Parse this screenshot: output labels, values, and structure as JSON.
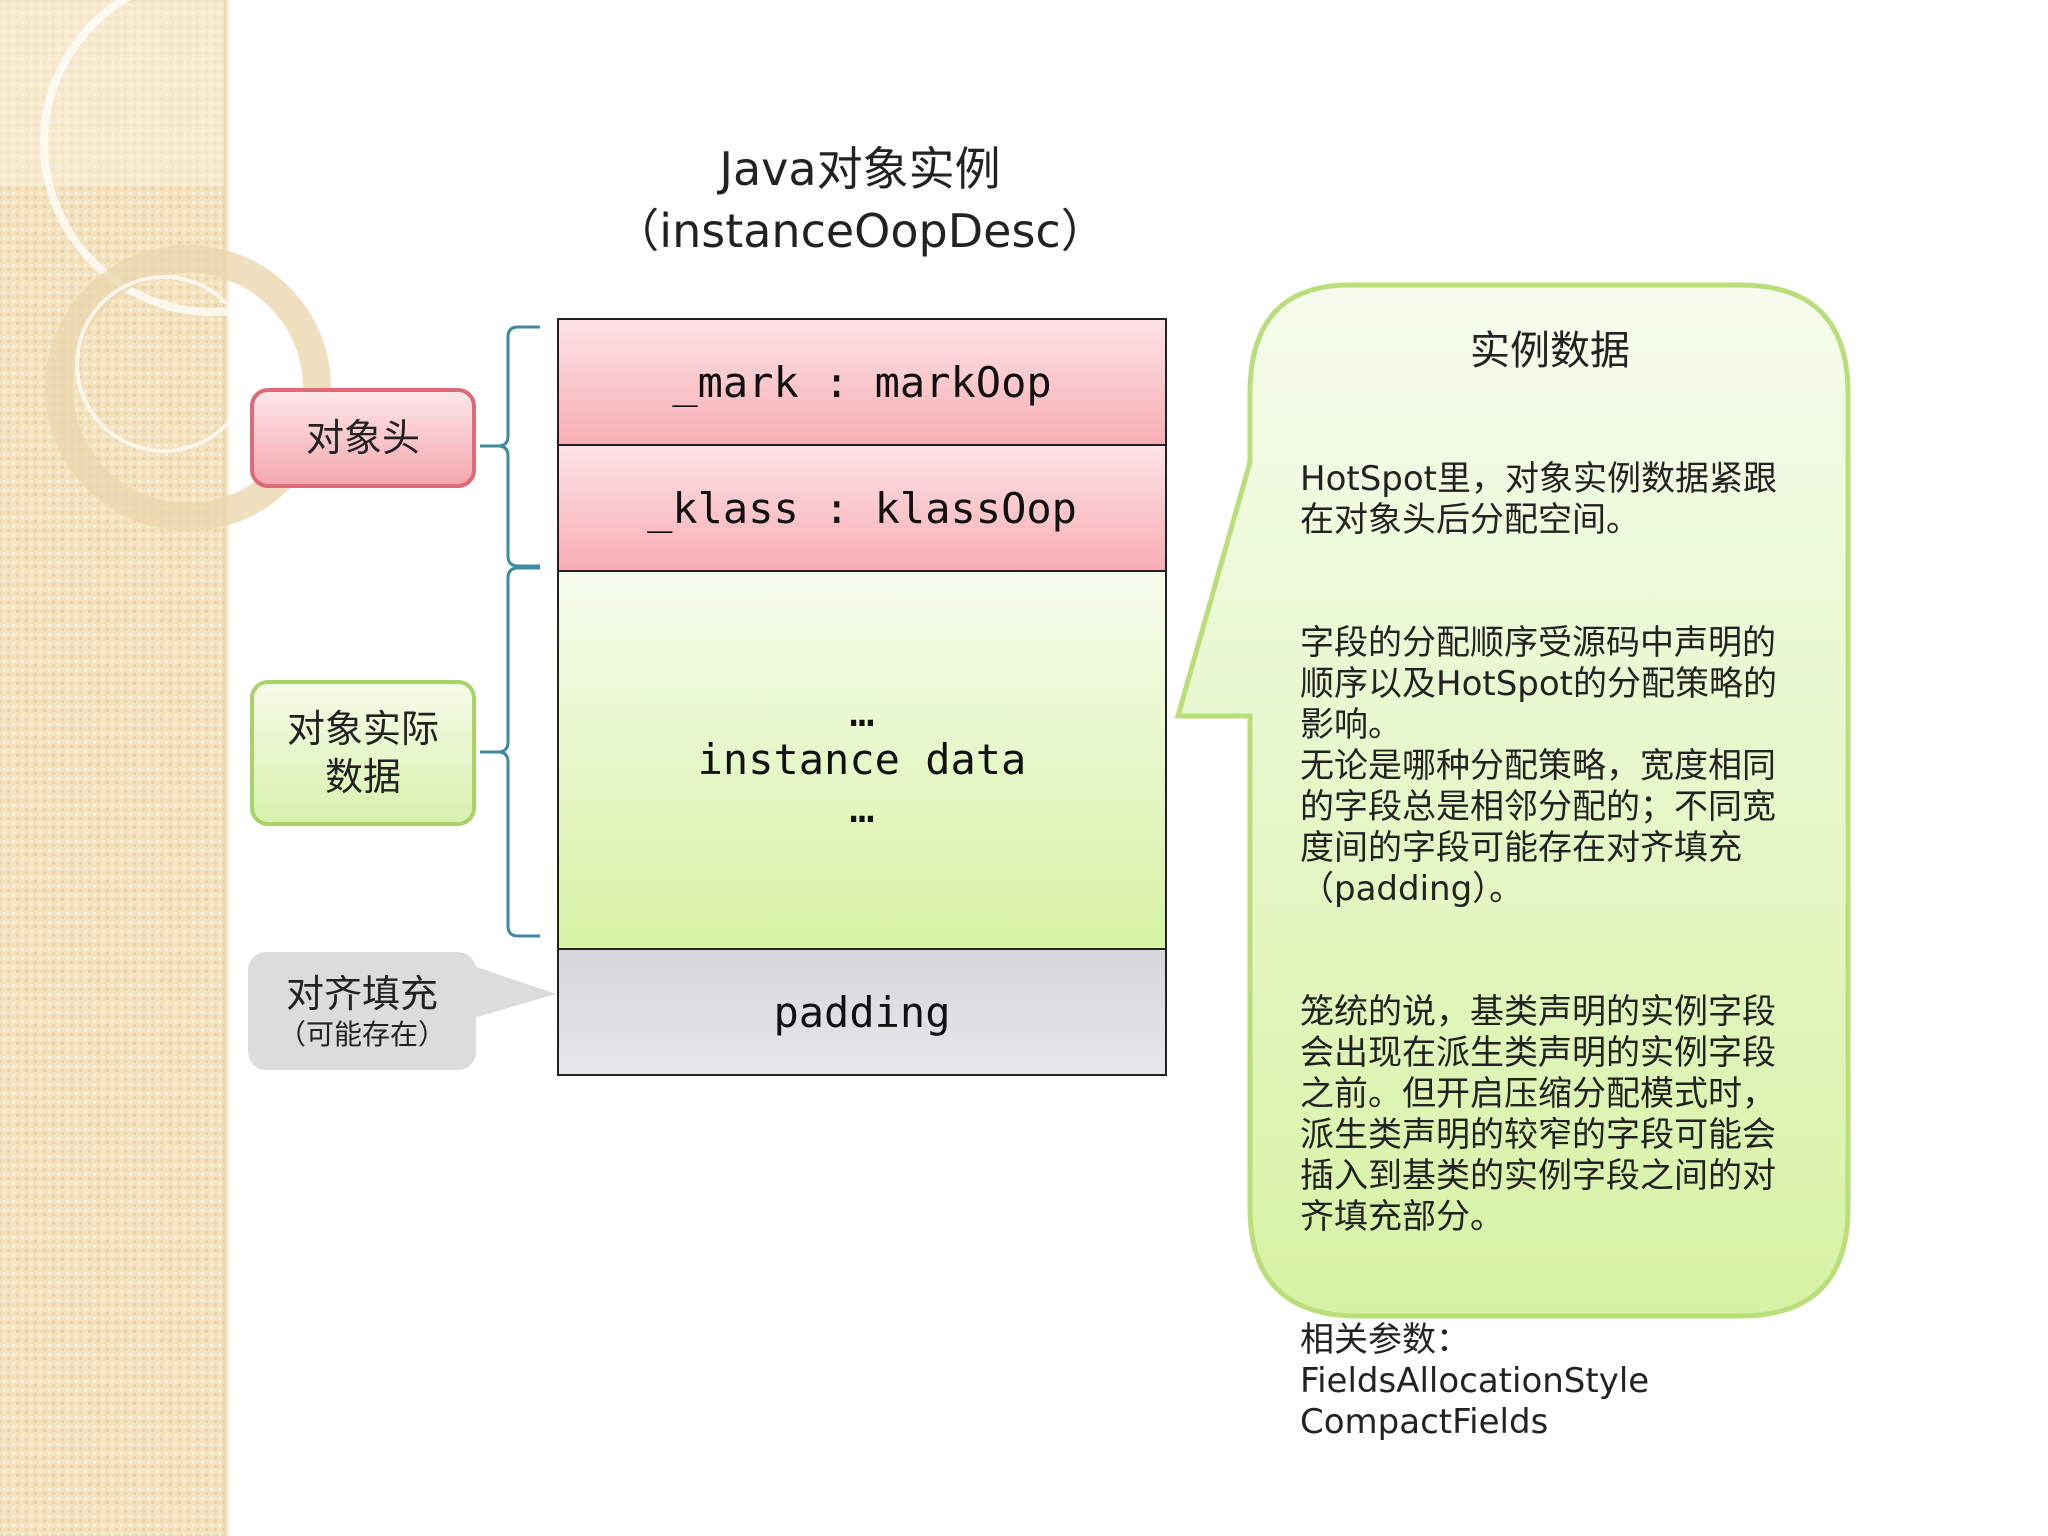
{
  "title": {
    "line1": "Java对象实例",
    "line2": "（instanceOopDesc）"
  },
  "layout_rows": {
    "mark": "_mark : markOop",
    "klass": "_klass : klassOop",
    "instance_data_dots_top": "…",
    "instance_data": "instance data",
    "instance_data_dots_bottom": "…",
    "padding": "padding"
  },
  "labels": {
    "object_header": "对象头",
    "instance_data_line1": "对象实际",
    "instance_data_line2": "数据",
    "padding_main": "对齐填充",
    "padding_sub": "（可能存在）"
  },
  "callout": {
    "title": "实例数据",
    "paragraphs": [
      "HotSpot里，对象实例数据紧跟\n在对象头后分配空间。",
      "字段的分配顺序受源码中声明的\n顺序以及HotSpot的分配策略的\n影响。\n无论是哪种分配策略，宽度相同\n的字段总是相邻分配的；不同宽\n度间的字段可能存在对齐填充\n（padding）。",
      "笼统的说，基类声明的实例字段\n会出现在派生类声明的实例字段\n之前。但开启压缩分配模式时，\n派生类声明的较窄的字段可能会\n插入到基类的实例字段之间的对\n齐填充部分。",
      "相关参数：\nFieldsAllocationStyle\nCompactFields"
    ]
  },
  "colors": {
    "header_fill": "#f8aeb5",
    "header_border": "#dd6a76",
    "data_fill": "#d7f2a4",
    "data_border": "#a8d36a",
    "padding_fill": "#dcdcdc",
    "brace": "#3f8a9e"
  }
}
